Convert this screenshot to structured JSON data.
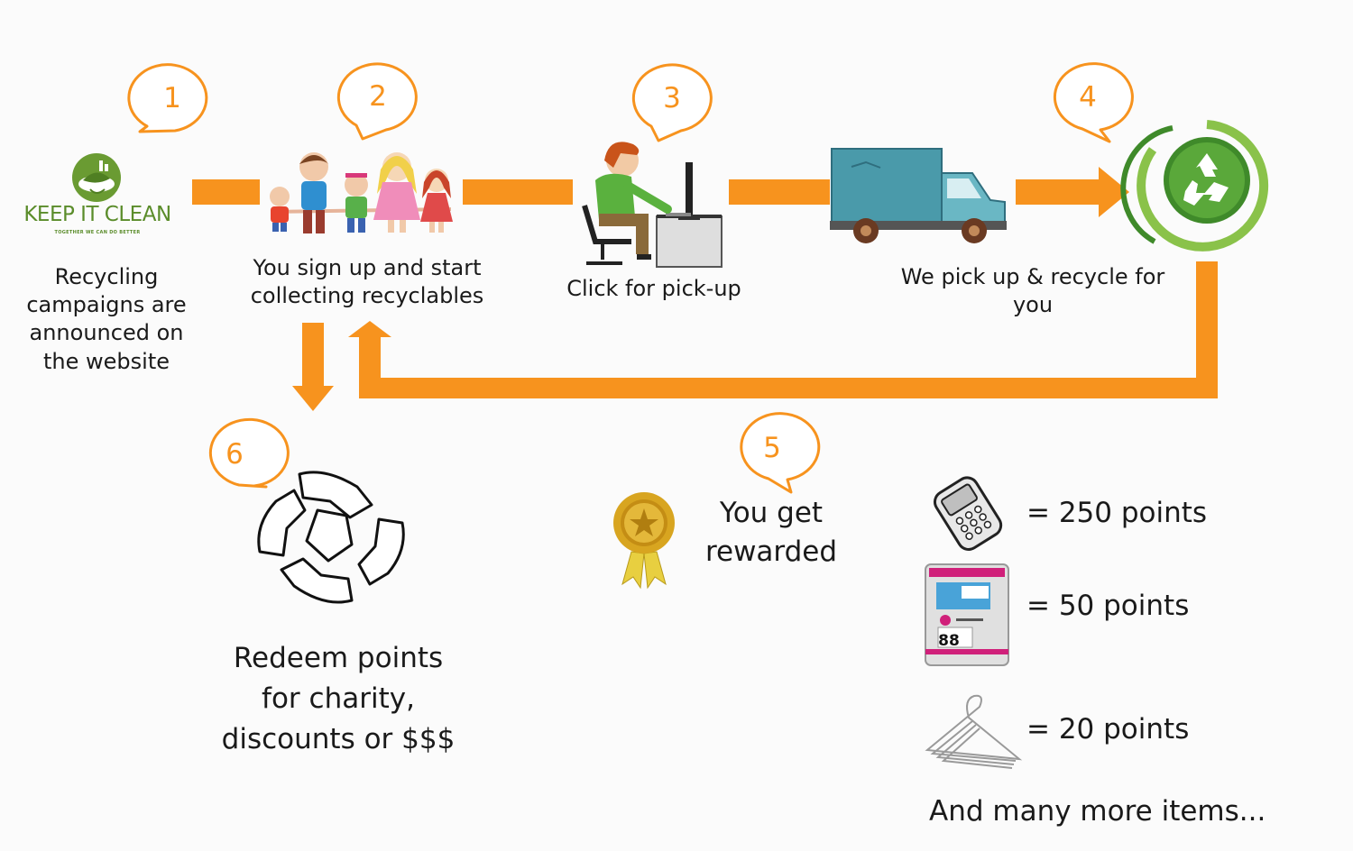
{
  "colors": {
    "accent": "#f7931e",
    "green": "#5a8c2a",
    "gold": "#d8a520",
    "magenta": "#d0207a",
    "truck": "#4a9aaa"
  },
  "logo": {
    "name": "KEEP IT CLEAN",
    "tagline": "TOGETHER WE CAN DO BETTER"
  },
  "steps": [
    {
      "number": "1",
      "label": "Recycling campaigns are announced on the website",
      "icon": "keep-it-clean-logo-icon"
    },
    {
      "number": "2",
      "label": "You sign up and start collecting recyclables",
      "icon": "family-icon"
    },
    {
      "number": "3",
      "label": "Click for pick-up",
      "icon": "person-at-computer-icon"
    },
    {
      "number": "4",
      "label": "We pick up & recycle for you",
      "icon": "truck-icon"
    },
    {
      "number": "5",
      "label": "You get rewarded",
      "icon": "award-ribbon-icon"
    },
    {
      "number": "6",
      "label": "Redeem points for charity, discounts or $$$",
      "icon": "joined-hands-icon"
    }
  ],
  "rewards": [
    {
      "item_icon": "mobile-phone-icon",
      "label": "= 250 points"
    },
    {
      "item_icon": "ink-cartridge-icon",
      "label": "= 50 points"
    },
    {
      "item_icon": "clothes-hanger-icon",
      "label": "= 20 points"
    }
  ],
  "cartridge_number": "88",
  "more_items": "And many more items..."
}
